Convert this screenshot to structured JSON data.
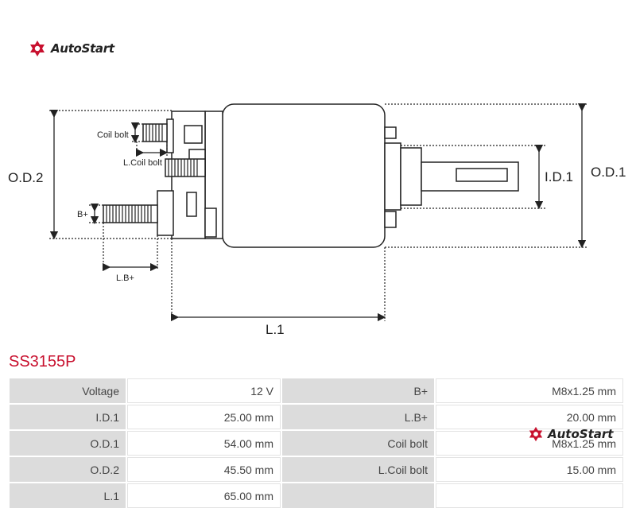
{
  "brand": {
    "name": "AutoStart",
    "accent_color": "#c8102e",
    "icon": "autostart-logo-icon"
  },
  "diagram": {
    "labels": {
      "od2": "O.D.2",
      "od1": "O.D.1",
      "id1": "I.D.1",
      "l1": "L.1",
      "coil_bolt": "Coil bolt",
      "l_coil_bolt": "L.Coil bolt",
      "b_plus": "B+",
      "l_b_plus": "L.B+"
    }
  },
  "part_number": "SS3155P",
  "specs": [
    {
      "label": "Voltage",
      "value": "12 V",
      "label2": "B+",
      "value2": "M8x1.25 mm"
    },
    {
      "label": "I.D.1",
      "value": "25.00 mm",
      "label2": "L.B+",
      "value2": "20.00 mm"
    },
    {
      "label": "O.D.1",
      "value": "54.00 mm",
      "label2": "Coil bolt",
      "value2": "M8x1.25 mm"
    },
    {
      "label": "O.D.2",
      "value": "45.50 mm",
      "label2": "L.Coil bolt",
      "value2": "15.00 mm"
    },
    {
      "label": "L.1",
      "value": "65.00 mm",
      "label2": "",
      "value2": ""
    }
  ]
}
